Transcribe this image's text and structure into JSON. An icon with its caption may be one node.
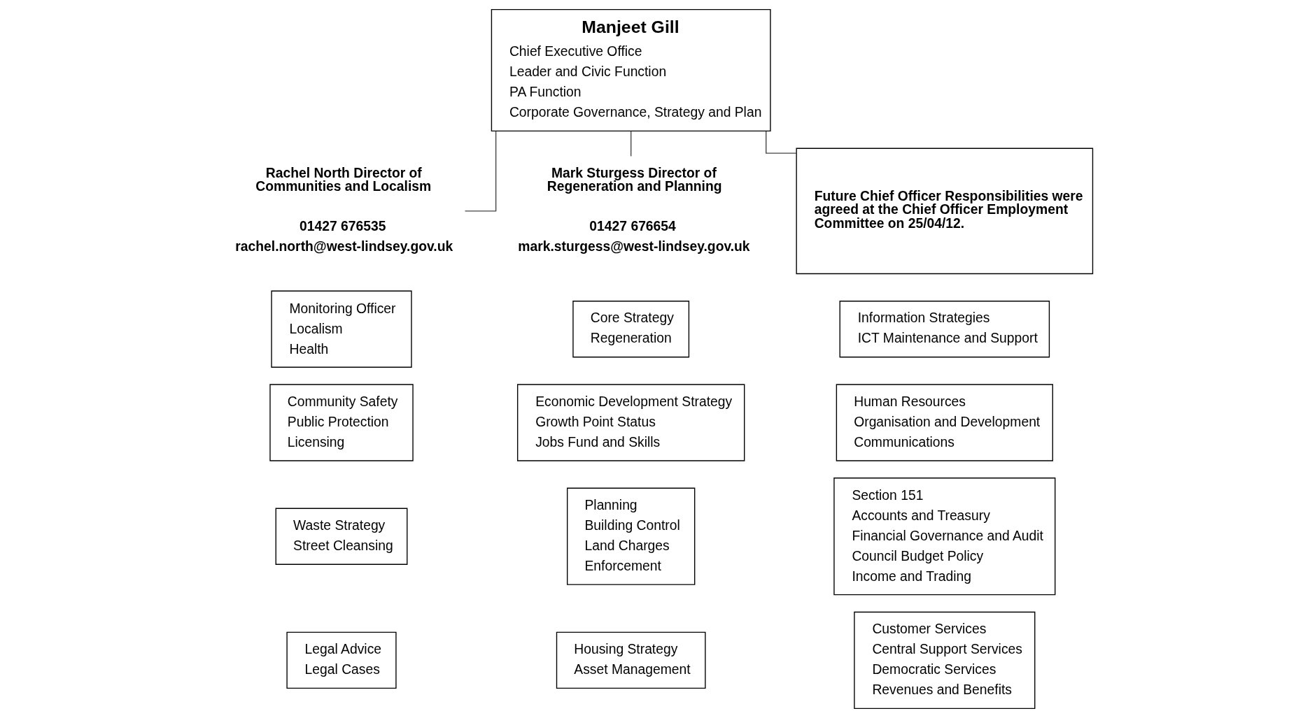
{
  "diagram": {
    "nodes": [
      {
        "text": [
          "Manjeet Gill",
          "Chief Executive Office",
          "Leader and Civic Function",
          "PA Function",
          "Corporate Governance, Strategy and Plan"
        ]
      },
      {
        "text": [
          "Rachel North Director of Communities and Localism",
          "01427 676535",
          "rachel.north@west-lindsey.gov.uk"
        ]
      },
      {
        "text": [
          "Monitoring Officer",
          "Localism",
          "Health"
        ]
      },
      {
        "text": [
          "Community Safety",
          "Public Protection",
          "Licensing"
        ]
      },
      {
        "text": [
          "Waste Strategy",
          "Street Cleansing"
        ]
      },
      {
        "text": [
          "Legal Advice",
          "Legal Cases"
        ]
      },
      {
        "text": [
          "Mark Sturgess Director of Regeneration and Planning",
          "01427 676654",
          "mark.sturgess@west-lindsey.gov.uk"
        ]
      },
      {
        "text": [
          "Core Strategy",
          "Regeneration"
        ]
      },
      {
        "text": [
          "Economic Development Strategy",
          "Growth Point Status",
          "Jobs Fund and Skills"
        ]
      },
      {
        "text": [
          "Planning",
          "Building Control",
          "Land Charges",
          "Enforcement"
        ]
      },
      {
        "text": [
          "Housing Strategy",
          "Asset Management"
        ]
      },
      {
        "text": [
          "Future Chief Officer Responsibilities were agreed at the Chief Officer Employment Committee on 25/04/12."
        ]
      },
      {
        "text": [
          "Information Strategies",
          "ICT Maintenance and Support"
        ]
      },
      {
        "text": [
          "Human Resources",
          "Organisation and Development",
          "Communications"
        ]
      },
      {
        "text": [
          "Section 151",
          "Accounts and Treasury",
          "Financial Governance and Audit",
          "Council Budget Policy",
          "Income and Trading"
        ]
      },
      {
        "text": [
          "Customer Services",
          "Central Support Services",
          "Democratic Services",
          "Revenues and Benefits"
        ]
      }
    ],
    "edges": [
      {
        "from": 0,
        "to": 1,
        "arrow": "none"
      },
      {
        "from": 0,
        "to": 6,
        "arrow": "none"
      },
      {
        "from": 0,
        "to": 11,
        "arrow": "none"
      }
    ]
  }
}
